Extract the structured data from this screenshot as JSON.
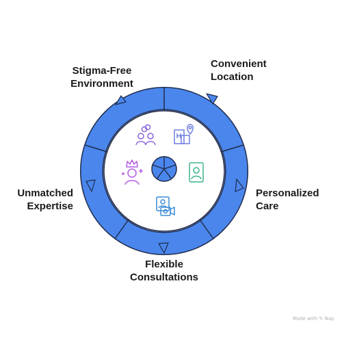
{
  "diagram": {
    "segments": [
      {
        "id": "convenient-location",
        "label_lines": [
          "Convenient",
          "Location"
        ],
        "icon": "hospital-location-icon",
        "icon_color": "#6f7fe0"
      },
      {
        "id": "personalized-care",
        "label_lines": [
          "Personalized",
          "Care"
        ],
        "icon": "id-badge-icon",
        "icon_color": "#3cb38a"
      },
      {
        "id": "flexible-consultations",
        "label_lines": [
          "Flexible",
          "Consultations"
        ],
        "icon": "video-consultation-icon",
        "icon_color": "#3a8bd6"
      },
      {
        "id": "unmatched-expertise",
        "label_lines": [
          "Unmatched",
          "Expertise"
        ],
        "icon": "crown-expert-icon",
        "icon_color": "#b25be0"
      },
      {
        "id": "stigma-free-environment",
        "label_lines": [
          "Stigma-Free",
          "Environment"
        ],
        "icon": "people-group-icon",
        "icon_color": "#8a63e0"
      }
    ],
    "center_icon": "pie-hub-icon"
  },
  "watermark": "Made with ✎ Nap",
  "colors": {
    "ring": "#4a86ec",
    "ring_stroke": "#1f2b4d",
    "inner_fill": "#ffffff",
    "hub": "#4a86ec",
    "text": "#1a1a1a"
  }
}
